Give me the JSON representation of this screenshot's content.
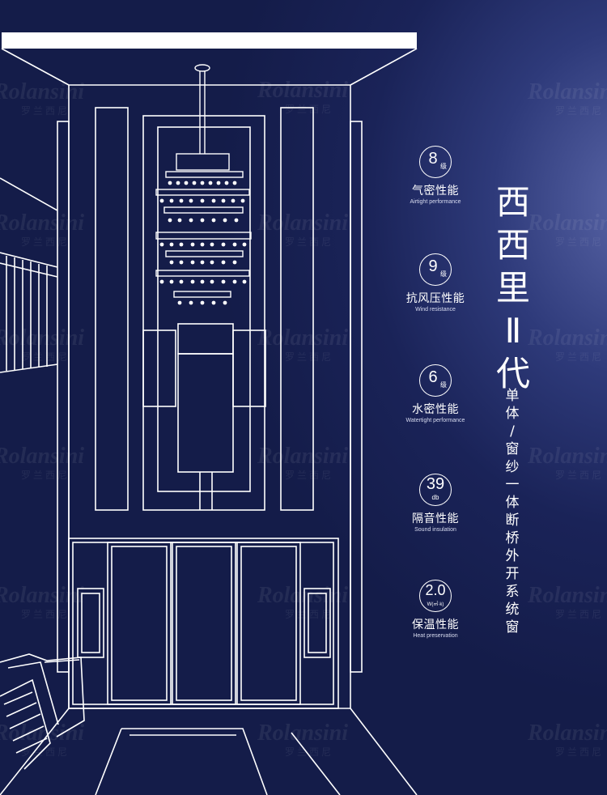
{
  "brand": {
    "name": "Rolansini",
    "chinese": "罗兰西尼"
  },
  "title": {
    "chars": [
      "西",
      "西",
      "里",
      "Ⅱ",
      "代"
    ]
  },
  "subtitle": {
    "chars": [
      "单",
      "体",
      "/",
      "窗",
      "纱",
      "一",
      "体",
      "断",
      "桥",
      "外",
      "开",
      "系",
      "统",
      "窗"
    ]
  },
  "specs": [
    {
      "value": "8",
      "unit": "级",
      "label": "气密性能",
      "en": "Airtight performance"
    },
    {
      "value": "9",
      "unit": "级",
      "label": "抗风压性能",
      "en": "Wind resistance"
    },
    {
      "value": "6",
      "unit": "级",
      "label": "水密性能",
      "en": "Watertight performance"
    },
    {
      "value": "39",
      "unit": "db",
      "label": "隔音性能",
      "en": "Sound insulation"
    },
    {
      "value": "2.0",
      "unit": "W(㎡·k)",
      "label": "保温性能",
      "en": "Heat preservation"
    }
  ],
  "colors": {
    "background": "#141c49",
    "glow": "#5a66a8",
    "line": "#ffffff",
    "accent_bar": "#ffffff"
  }
}
